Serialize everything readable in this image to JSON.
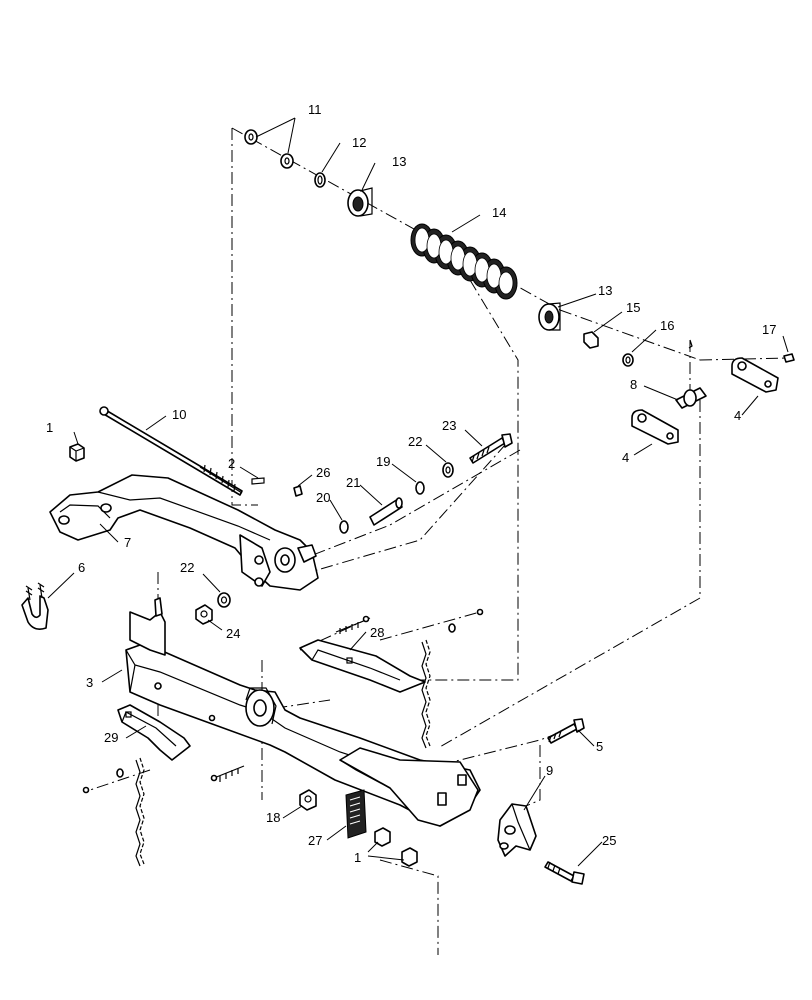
{
  "callouts": [
    {
      "id": "c1a",
      "label": "1"
    },
    {
      "id": "c1b",
      "label": "1"
    },
    {
      "id": "c2",
      "label": "2"
    },
    {
      "id": "c3",
      "label": "3"
    },
    {
      "id": "c4a",
      "label": "4"
    },
    {
      "id": "c4b",
      "label": "4"
    },
    {
      "id": "c5",
      "label": "5"
    },
    {
      "id": "c6",
      "label": "6"
    },
    {
      "id": "c7",
      "label": "7"
    },
    {
      "id": "c8",
      "label": "8"
    },
    {
      "id": "c9",
      "label": "9"
    },
    {
      "id": "c10",
      "label": "10"
    },
    {
      "id": "c11",
      "label": "11"
    },
    {
      "id": "c12",
      "label": "12"
    },
    {
      "id": "c13a",
      "label": "13"
    },
    {
      "id": "c13b",
      "label": "13"
    },
    {
      "id": "c14",
      "label": "14"
    },
    {
      "id": "c15",
      "label": "15"
    },
    {
      "id": "c16",
      "label": "16"
    },
    {
      "id": "c17",
      "label": "17"
    },
    {
      "id": "c18",
      "label": "18"
    },
    {
      "id": "c19",
      "label": "19"
    },
    {
      "id": "c20",
      "label": "20"
    },
    {
      "id": "c21",
      "label": "21"
    },
    {
      "id": "c22a",
      "label": "22"
    },
    {
      "id": "c22b",
      "label": "22"
    },
    {
      "id": "c23",
      "label": "23"
    },
    {
      "id": "c24",
      "label": "24"
    },
    {
      "id": "c25",
      "label": "25"
    },
    {
      "id": "c26",
      "label": "26"
    },
    {
      "id": "c27",
      "label": "27"
    },
    {
      "id": "c28",
      "label": "28"
    },
    {
      "id": "c29",
      "label": "29"
    }
  ]
}
